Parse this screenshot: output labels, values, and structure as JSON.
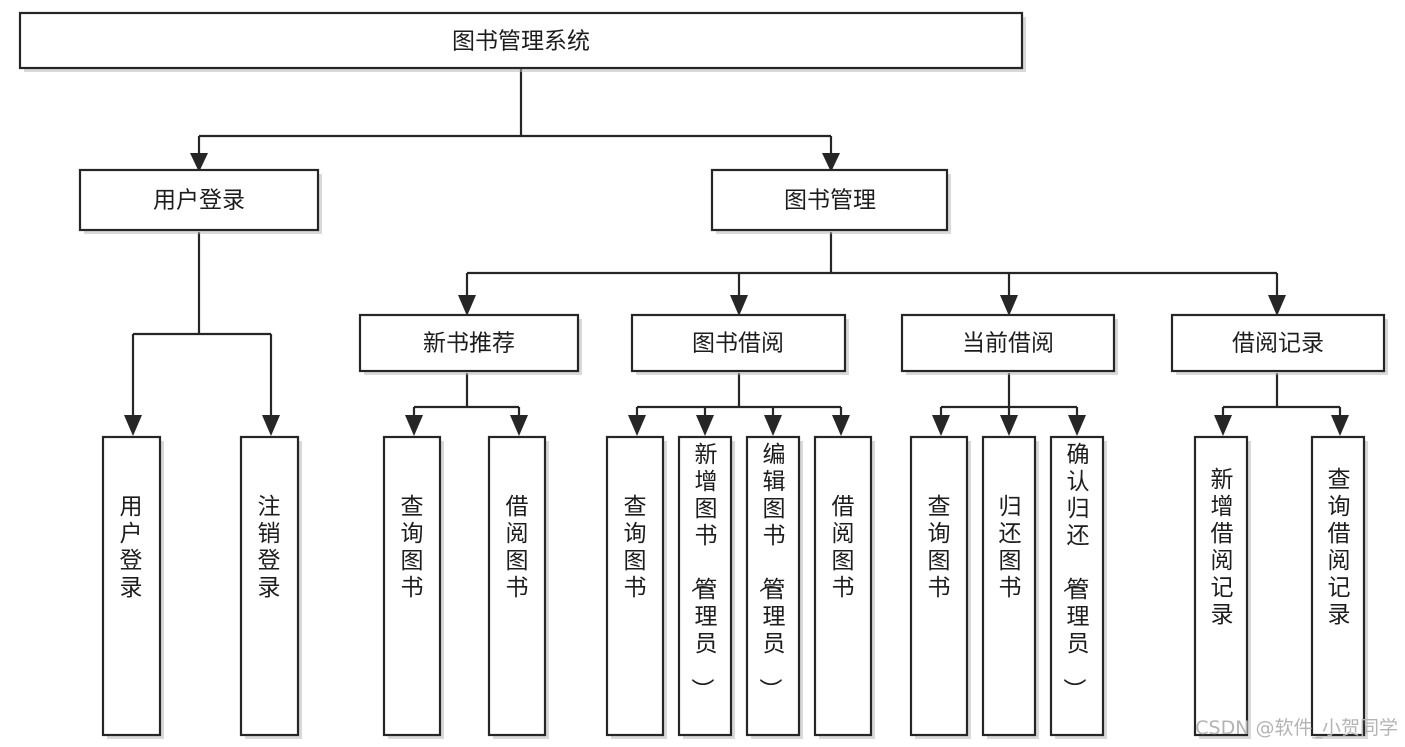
{
  "diagram": {
    "type": "tree-hierarchy",
    "title": "图书管理系统",
    "orientation": "top-down",
    "colors": {
      "stroke": "#262626",
      "fill": "#ffffff",
      "text": "#1d1d1d",
      "shadow": "#b9b9b9",
      "watermark": "#b4b4b4"
    },
    "levels": {
      "root": {
        "label": "图书管理系统"
      },
      "level2": [
        {
          "id": "user-login",
          "label": "用户登录"
        },
        {
          "id": "book-management",
          "label": "图书管理"
        }
      ],
      "level3": [
        {
          "id": "new-book-recommend",
          "label": "新书推荐",
          "parent": "book-management"
        },
        {
          "id": "book-borrow",
          "label": "图书借阅",
          "parent": "book-management"
        },
        {
          "id": "current-borrow",
          "label": "当前借阅",
          "parent": "book-management"
        },
        {
          "id": "borrow-record",
          "label": "借阅记录",
          "parent": "book-management"
        }
      ],
      "leaves": [
        {
          "id": "leaf-user-login",
          "label": "用户登录",
          "parent": "user-login"
        },
        {
          "id": "leaf-logout-login",
          "label": "注销登录",
          "parent": "user-login"
        },
        {
          "id": "leaf-query-book-1",
          "label": "查询图书",
          "parent": "new-book-recommend"
        },
        {
          "id": "leaf-borrow-book-1",
          "label": "借阅图书",
          "parent": "new-book-recommend"
        },
        {
          "id": "leaf-query-book-2",
          "label": "查询图书",
          "parent": "book-borrow"
        },
        {
          "id": "leaf-add-book",
          "label": "新增图书（管理员）",
          "parent": "book-borrow"
        },
        {
          "id": "leaf-edit-book",
          "label": "编辑图书（管理员）",
          "parent": "book-borrow"
        },
        {
          "id": "leaf-borrow-book-2",
          "label": "借阅图书",
          "parent": "book-borrow"
        },
        {
          "id": "leaf-query-book-3",
          "label": "查询图书",
          "parent": "current-borrow"
        },
        {
          "id": "leaf-return-book",
          "label": "归还图书",
          "parent": "current-borrow"
        },
        {
          "id": "leaf-confirm-return",
          "label": "确认归还（管理员）",
          "parent": "current-borrow"
        },
        {
          "id": "leaf-add-borrow-record",
          "label": "新增借阅记录",
          "parent": "borrow-record"
        },
        {
          "id": "leaf-query-borrow-record",
          "label": "查询借阅记录",
          "parent": "borrow-record"
        }
      ]
    }
  },
  "watermark": {
    "text": "CSDN @软件_小贺同学"
  }
}
